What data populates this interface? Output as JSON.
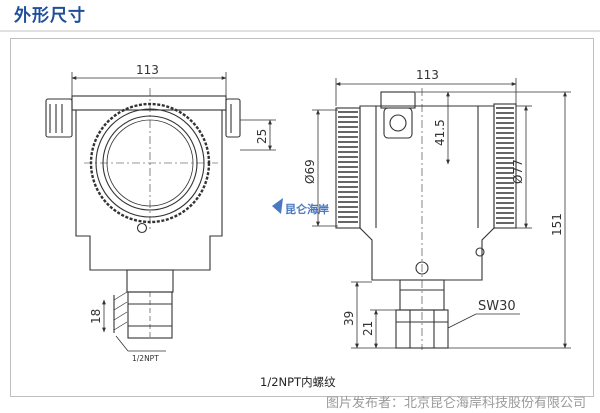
{
  "header": {
    "title": "外形尺寸"
  },
  "drawing": {
    "front_view": {
      "width_dim": "113",
      "right_dim": "25",
      "left_dim": "18",
      "thread_note": "1/2NPT"
    },
    "side_view": {
      "width_dim": "113",
      "diameter_left": "Ø69",
      "height_top": "41.5",
      "diameter_right": "Ø77",
      "overall_height": "151",
      "lower_dim": "39",
      "fitting_dim": "21",
      "wrench_size": "SW30"
    },
    "watermark": "昆仑海岸",
    "caption": "1/2NPT内螺纹"
  },
  "footer": {
    "credit": "图片发布者：北京昆仑海岸科技股份有限公司"
  }
}
